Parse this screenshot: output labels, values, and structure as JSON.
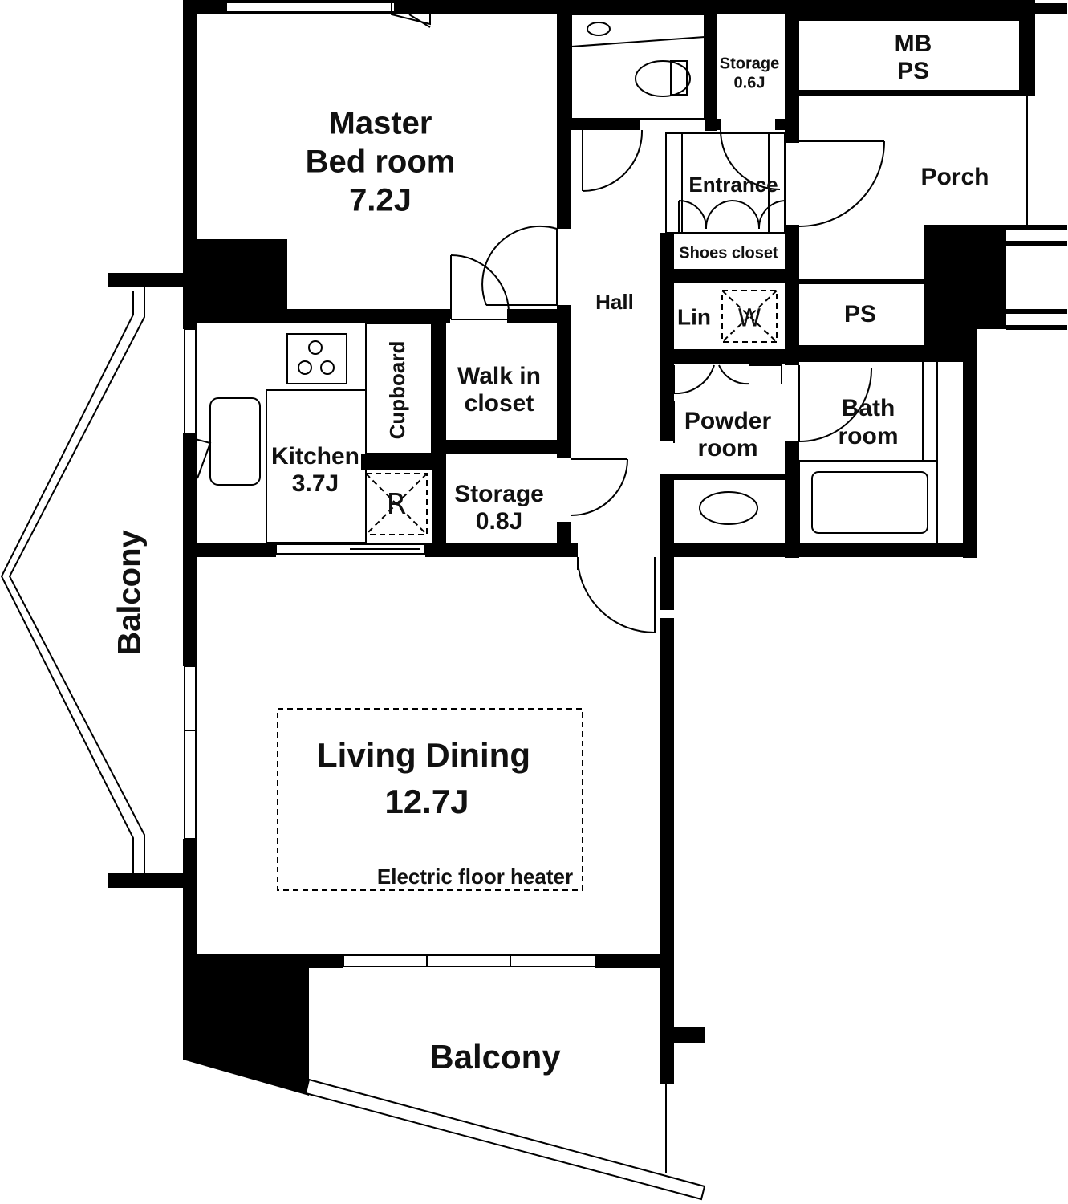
{
  "rooms": {
    "master_bedroom": {
      "line1": "Master",
      "line2": "Bed room",
      "size": "7.2J"
    },
    "storage_top": {
      "name": "Storage",
      "size": "0.6J"
    },
    "mb_ps": {
      "line1": "MB",
      "line2": "PS"
    },
    "entrance": {
      "name": "Entrance"
    },
    "porch": {
      "name": "Porch"
    },
    "shoes_closet": {
      "name": "Shoes closet"
    },
    "hall": {
      "name": "Hall"
    },
    "lin": {
      "name": "Lin"
    },
    "washer": {
      "symbol": "W"
    },
    "ps_right": {
      "name": "PS"
    },
    "cupboard": {
      "name": "Cupboard"
    },
    "walk_in_closet": {
      "line1": "Walk in",
      "line2": "closet"
    },
    "kitchen": {
      "name": "Kitchen",
      "size": "3.7J"
    },
    "fridge": {
      "symbol": "R"
    },
    "storage_mid": {
      "name": "Storage",
      "size": "0.8J"
    },
    "powder_room": {
      "line1": "Powder",
      "line2": "room"
    },
    "bath_room": {
      "line1": "Bath",
      "line2": "room"
    },
    "balcony_left": {
      "name": "Balcony"
    },
    "living_dining": {
      "name": "Living Dining",
      "size": "12.7J",
      "note": "Electric floor heater"
    },
    "balcony_bottom": {
      "name": "Balcony"
    }
  }
}
